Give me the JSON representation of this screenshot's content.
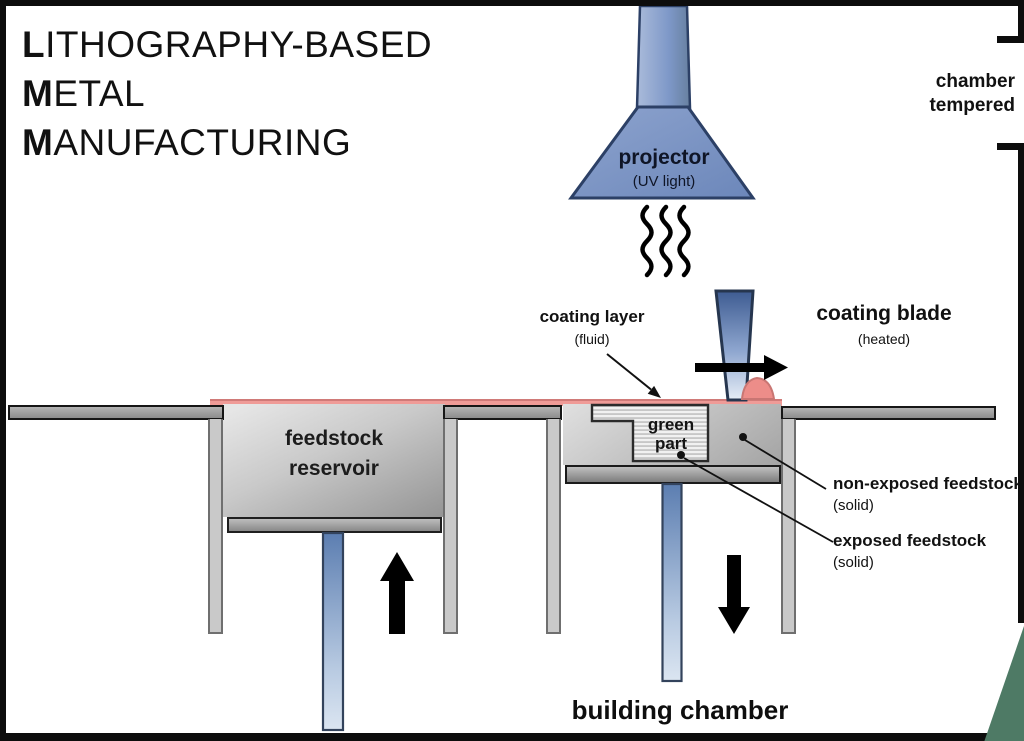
{
  "title": {
    "lines": [
      {
        "initial": "L",
        "rest": "ITHOGRAPHY-BASED"
      },
      {
        "initial": "M",
        "rest": "ETAL"
      },
      {
        "initial": "M",
        "rest": "ANUFACTURING"
      }
    ]
  },
  "chamber_note": "chamber\ntempered",
  "projector": {
    "name": "projector",
    "sub": "(UV light)"
  },
  "coating_layer": {
    "name": "coating layer",
    "sub": "(fluid)"
  },
  "coating_blade": {
    "name": "coating blade",
    "sub": "(heated)"
  },
  "feedstock_reservoir_label": "feedstock\nreservoir",
  "green_part_label": "green\npart",
  "non_exposed": {
    "name": "non-exposed feedstock",
    "sub": "(solid)"
  },
  "exposed": {
    "name": "exposed feedstock",
    "sub": "(solid)"
  },
  "building_chamber_label": "building chamber",
  "colors": {
    "coating_pink": "#ef9b97",
    "fluid_blob_pink": "#ed8d89",
    "projector_blue": "#7b95c6",
    "blade_blue_dark": "#3e5c92",
    "blade_blue_light": "#e6edf6",
    "outline_navy": "#2c4066",
    "frame_black": "#0d0d0d",
    "table_gray": "#9c9c9c",
    "leg_gray": "#c9c9c9",
    "corner_green": "#4e7a65"
  }
}
